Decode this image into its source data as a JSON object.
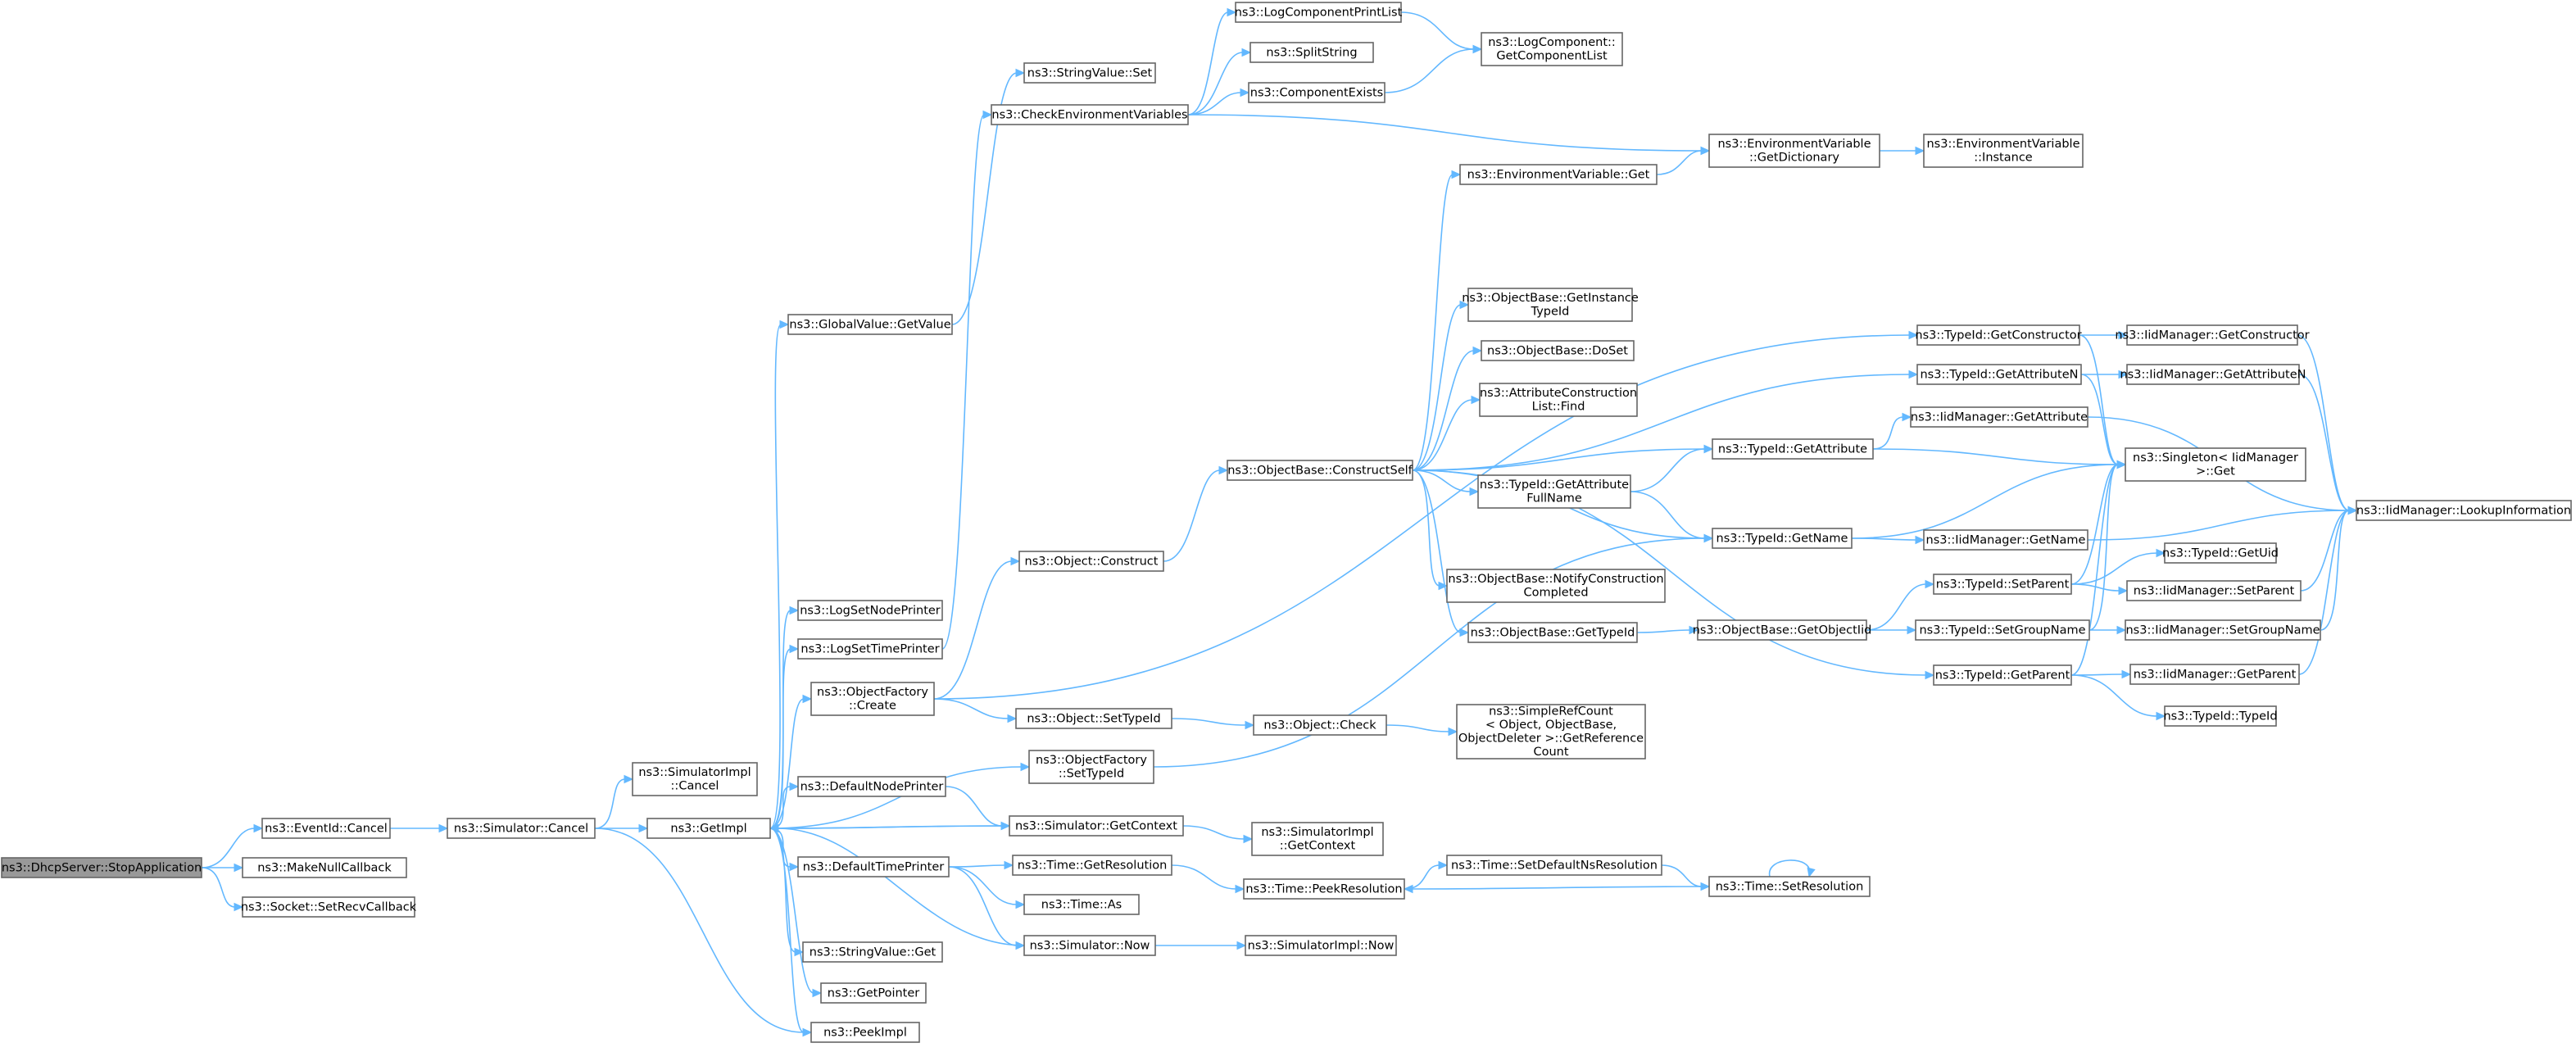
{
  "colors": {
    "node_fill": "#ffffff",
    "node_border": "#666666",
    "root_fill": "#999999",
    "edge": "#63b8ff",
    "text": "#000000"
  },
  "nodes": [
    {
      "id": "n0",
      "lines": [
        "ns3::DhcpServer::StopApplication"
      ],
      "root": true
    },
    {
      "id": "n1",
      "lines": [
        "ns3::EventId::Cancel"
      ]
    },
    {
      "id": "n2",
      "lines": [
        "ns3::MakeNullCallback"
      ]
    },
    {
      "id": "n3",
      "lines": [
        "ns3::Socket::SetRecvCallback"
      ]
    },
    {
      "id": "n4",
      "lines": [
        "ns3::Simulator::Cancel"
      ]
    },
    {
      "id": "n5",
      "lines": [
        "ns3::SimulatorImpl",
        "::Cancel"
      ]
    },
    {
      "id": "n6",
      "lines": [
        "ns3::GetImpl"
      ]
    },
    {
      "id": "n7",
      "lines": [
        "ns3::PeekImpl"
      ]
    },
    {
      "id": "n8",
      "lines": [
        "ns3::GlobalValue::GetValue"
      ]
    },
    {
      "id": "n9",
      "lines": [
        "ns3::LogSetNodePrinter"
      ]
    },
    {
      "id": "n10",
      "lines": [
        "ns3::LogSetTimePrinter"
      ]
    },
    {
      "id": "n11",
      "lines": [
        "ns3::ObjectFactory",
        "::Create"
      ]
    },
    {
      "id": "n12",
      "lines": [
        "ns3::DefaultNodePrinter"
      ]
    },
    {
      "id": "n13",
      "lines": [
        "ns3::DefaultTimePrinter"
      ]
    },
    {
      "id": "n14",
      "lines": [
        "ns3::StringValue::Get"
      ]
    },
    {
      "id": "n15",
      "lines": [
        "ns3::GetPointer"
      ]
    },
    {
      "id": "n16",
      "lines": [
        "ns3::StringValue::Set"
      ]
    },
    {
      "id": "n17",
      "lines": [
        "ns3::CheckEnvironmentVariables"
      ]
    },
    {
      "id": "n18",
      "lines": [
        "ns3::Object::Construct"
      ]
    },
    {
      "id": "n19",
      "lines": [
        "ns3::Object::SetTypeId"
      ]
    },
    {
      "id": "n20",
      "lines": [
        "ns3::ObjectFactory",
        "::SetTypeId"
      ]
    },
    {
      "id": "n21",
      "lines": [
        "ns3::Simulator::GetContext"
      ]
    },
    {
      "id": "n22",
      "lines": [
        "ns3::Time::GetResolution"
      ]
    },
    {
      "id": "n23",
      "lines": [
        "ns3::Time::As"
      ]
    },
    {
      "id": "n24",
      "lines": [
        "ns3::Simulator::Now"
      ]
    },
    {
      "id": "n25",
      "lines": [
        "ns3::LogComponentPrintList"
      ]
    },
    {
      "id": "n26",
      "lines": [
        "ns3::SplitString"
      ]
    },
    {
      "id": "n27",
      "lines": [
        "ns3::ComponentExists"
      ]
    },
    {
      "id": "n28",
      "lines": [
        "ns3::ObjectBase::ConstructSelf"
      ]
    },
    {
      "id": "n29",
      "lines": [
        "ns3::Object::Check"
      ]
    },
    {
      "id": "n30",
      "lines": [
        "ns3::SimulatorImpl",
        "::GetContext"
      ]
    },
    {
      "id": "n31",
      "lines": [
        "ns3::Time::PeekResolution"
      ]
    },
    {
      "id": "n32",
      "lines": [
        "ns3::SimulatorImpl::Now"
      ]
    },
    {
      "id": "n33",
      "lines": [
        "ns3::LogComponent::",
        "GetComponentList"
      ]
    },
    {
      "id": "n34",
      "lines": [
        "ns3::EnvironmentVariable::Get"
      ]
    },
    {
      "id": "n35",
      "lines": [
        "ns3::ObjectBase::GetInstance",
        "TypeId"
      ]
    },
    {
      "id": "n36",
      "lines": [
        "ns3::ObjectBase::DoSet"
      ]
    },
    {
      "id": "n37",
      "lines": [
        "ns3::AttributeConstruction",
        "List::Find"
      ]
    },
    {
      "id": "n38",
      "lines": [
        "ns3::TypeId::GetAttribute",
        "FullName"
      ]
    },
    {
      "id": "n39",
      "lines": [
        "ns3::ObjectBase::NotifyConstruction",
        "Completed"
      ]
    },
    {
      "id": "n40",
      "lines": [
        "ns3::ObjectBase::GetTypeId"
      ]
    },
    {
      "id": "n41",
      "lines": [
        "ns3::SimpleRefCount",
        "< Object, ObjectBase,",
        "ObjectDeleter >::GetReference",
        "Count"
      ]
    },
    {
      "id": "n42",
      "lines": [
        "ns3::Time::SetDefaultNsResolution"
      ]
    },
    {
      "id": "n43",
      "lines": [
        "ns3::EnvironmentVariable",
        "::GetDictionary"
      ]
    },
    {
      "id": "n44",
      "lines": [
        "ns3::TypeId::GetAttribute"
      ]
    },
    {
      "id": "n45",
      "lines": [
        "ns3::TypeId::GetName"
      ]
    },
    {
      "id": "n46",
      "lines": [
        "ns3::ObjectBase::GetObjectIid"
      ]
    },
    {
      "id": "n47",
      "lines": [
        "ns3::Time::SetResolution"
      ]
    },
    {
      "id": "n48",
      "lines": [
        "ns3::EnvironmentVariable",
        "::Instance"
      ]
    },
    {
      "id": "n49",
      "lines": [
        "ns3::TypeId::GetConstructor"
      ]
    },
    {
      "id": "n50",
      "lines": [
        "ns3::TypeId::GetAttributeN"
      ]
    },
    {
      "id": "n51",
      "lines": [
        "ns3::IidManager::GetAttribute"
      ]
    },
    {
      "id": "n52",
      "lines": [
        "ns3::IidManager::GetName"
      ]
    },
    {
      "id": "n53",
      "lines": [
        "ns3::TypeId::SetParent"
      ]
    },
    {
      "id": "n54",
      "lines": [
        "ns3::TypeId::SetGroupName"
      ]
    },
    {
      "id": "n55",
      "lines": [
        "ns3::TypeId::GetParent"
      ]
    },
    {
      "id": "n56",
      "lines": [
        "ns3::IidManager::GetConstructor"
      ]
    },
    {
      "id": "n57",
      "lines": [
        "ns3::IidManager::GetAttributeN"
      ]
    },
    {
      "id": "n58",
      "lines": [
        "ns3::Singleton< IidManager",
        "  >::Get"
      ]
    },
    {
      "id": "n59",
      "lines": [
        "ns3::TypeId::GetUid"
      ]
    },
    {
      "id": "n60",
      "lines": [
        "ns3::IidManager::SetParent"
      ]
    },
    {
      "id": "n61",
      "lines": [
        "ns3::IidManager::SetGroupName"
      ]
    },
    {
      "id": "n62",
      "lines": [
        "ns3::IidManager::GetParent"
      ]
    },
    {
      "id": "n63",
      "lines": [
        "ns3::TypeId::TypeId"
      ]
    },
    {
      "id": "n64",
      "lines": [
        "ns3::IidManager::LookupInformation"
      ]
    }
  ],
  "edges": [
    [
      "n0",
      "n1"
    ],
    [
      "n0",
      "n2"
    ],
    [
      "n0",
      "n3"
    ],
    [
      "n1",
      "n4"
    ],
    [
      "n4",
      "n5"
    ],
    [
      "n4",
      "n6"
    ],
    [
      "n4",
      "n7"
    ],
    [
      "n6",
      "n7"
    ],
    [
      "n6",
      "n8"
    ],
    [
      "n6",
      "n9"
    ],
    [
      "n6",
      "n10"
    ],
    [
      "n6",
      "n11"
    ],
    [
      "n6",
      "n20"
    ],
    [
      "n6",
      "n12"
    ],
    [
      "n6",
      "n13"
    ],
    [
      "n6",
      "n14"
    ],
    [
      "n6",
      "n15"
    ],
    [
      "n6",
      "n21"
    ],
    [
      "n8",
      "n16"
    ],
    [
      "n10",
      "n17"
    ],
    [
      "n11",
      "n18"
    ],
    [
      "n11",
      "n19"
    ],
    [
      "n11",
      "n49"
    ],
    [
      "n13",
      "n22"
    ],
    [
      "n13",
      "n23"
    ],
    [
      "n13",
      "n24"
    ],
    [
      "n12",
      "n21"
    ],
    [
      "n21",
      "n30"
    ],
    [
      "n21",
      "n6"
    ],
    [
      "n24",
      "n32"
    ],
    [
      "n24",
      "n6"
    ],
    [
      "n17",
      "n25"
    ],
    [
      "n17",
      "n26"
    ],
    [
      "n17",
      "n27"
    ],
    [
      "n17",
      "n43"
    ],
    [
      "n25",
      "n33"
    ],
    [
      "n27",
      "n33"
    ],
    [
      "n18",
      "n28"
    ],
    [
      "n19",
      "n29"
    ],
    [
      "n29",
      "n41"
    ],
    [
      "n20",
      "n45"
    ],
    [
      "n22",
      "n31"
    ],
    [
      "n31",
      "n42"
    ],
    [
      "n42",
      "n47"
    ],
    [
      "n47",
      "n31"
    ],
    [
      "n47",
      "n47"
    ],
    [
      "n28",
      "n34"
    ],
    [
      "n28",
      "n35"
    ],
    [
      "n28",
      "n36"
    ],
    [
      "n28",
      "n37"
    ],
    [
      "n28",
      "n38"
    ],
    [
      "n28",
      "n39"
    ],
    [
      "n28",
      "n40"
    ],
    [
      "n28",
      "n44"
    ],
    [
      "n28",
      "n45"
    ],
    [
      "n28",
      "n50"
    ],
    [
      "n28",
      "n55"
    ],
    [
      "n34",
      "n43"
    ],
    [
      "n43",
      "n48"
    ],
    [
      "n38",
      "n44"
    ],
    [
      "n38",
      "n45"
    ],
    [
      "n40",
      "n46"
    ],
    [
      "n46",
      "n53"
    ],
    [
      "n46",
      "n54"
    ],
    [
      "n44",
      "n51"
    ],
    [
      "n44",
      "n58"
    ],
    [
      "n45",
      "n52"
    ],
    [
      "n45",
      "n58"
    ],
    [
      "n49",
      "n56"
    ],
    [
      "n49",
      "n58"
    ],
    [
      "n50",
      "n57"
    ],
    [
      "n50",
      "n58"
    ],
    [
      "n51",
      "n64"
    ],
    [
      "n52",
      "n64"
    ],
    [
      "n53",
      "n59"
    ],
    [
      "n53",
      "n60"
    ],
    [
      "n53",
      "n58"
    ],
    [
      "n54",
      "n61"
    ],
    [
      "n54",
      "n58"
    ],
    [
      "n55",
      "n62"
    ],
    [
      "n55",
      "n63"
    ],
    [
      "n55",
      "n58"
    ],
    [
      "n56",
      "n64"
    ],
    [
      "n57",
      "n64"
    ],
    [
      "n60",
      "n64"
    ],
    [
      "n61",
      "n64"
    ],
    [
      "n62",
      "n64"
    ]
  ]
}
